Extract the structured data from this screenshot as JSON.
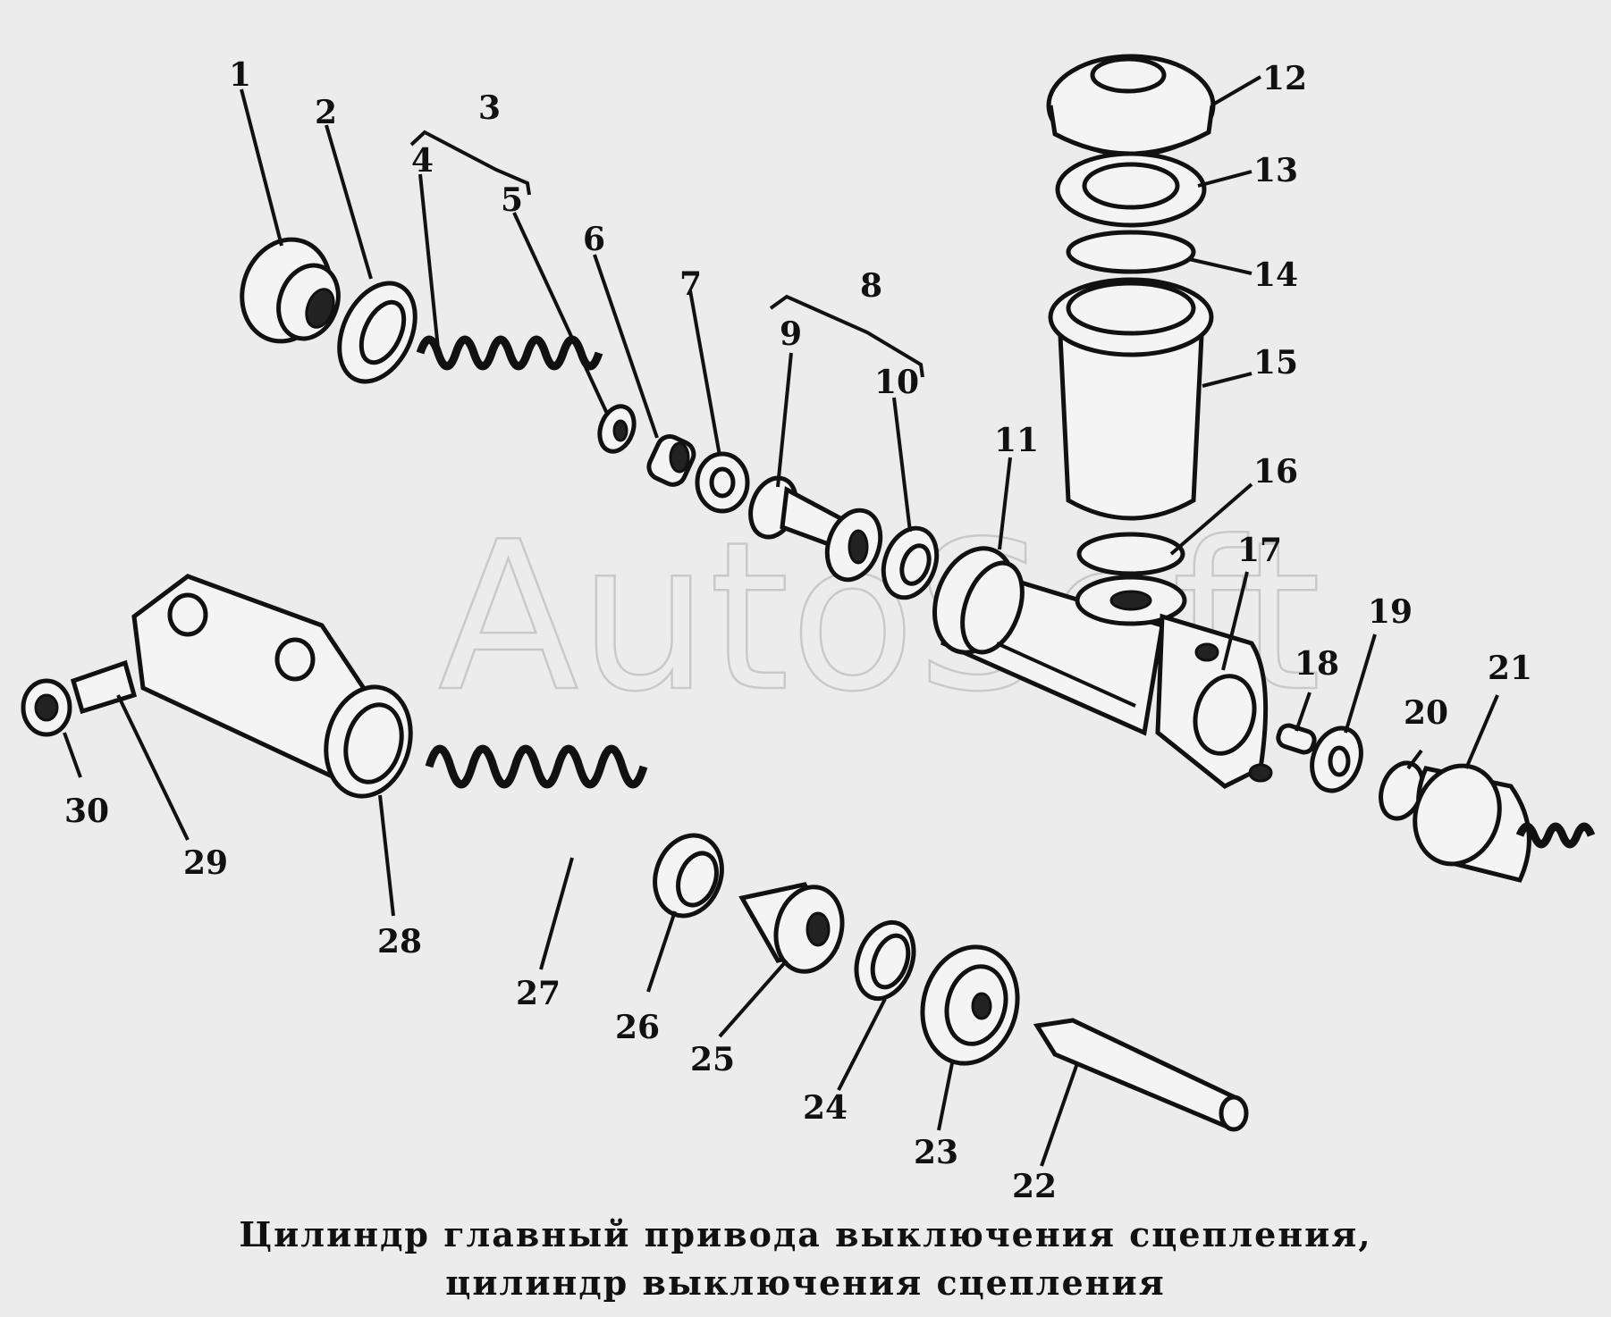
{
  "watermark": "AutoSoft",
  "caption": {
    "line1": "Цилиндр главный привода выключения сцепления,",
    "line2": "цилиндр выключения сцепления"
  },
  "callouts": {
    "n1": "1",
    "n2": "2",
    "n3": "3",
    "n4": "4",
    "n5": "5",
    "n6": "6",
    "n7": "7",
    "n8": "8",
    "n9": "9",
    "n10": "10",
    "n11": "11",
    "n12": "12",
    "n13": "13",
    "n14": "14",
    "n15": "15",
    "n16": "16",
    "n17": "17",
    "n18": "18",
    "n19": "19",
    "n20": "20",
    "n21": "21",
    "n22": "22",
    "n23": "23",
    "n24": "24",
    "n25": "25",
    "n26": "26",
    "n27": "27",
    "n28": "28",
    "n29": "29",
    "n30": "30"
  }
}
